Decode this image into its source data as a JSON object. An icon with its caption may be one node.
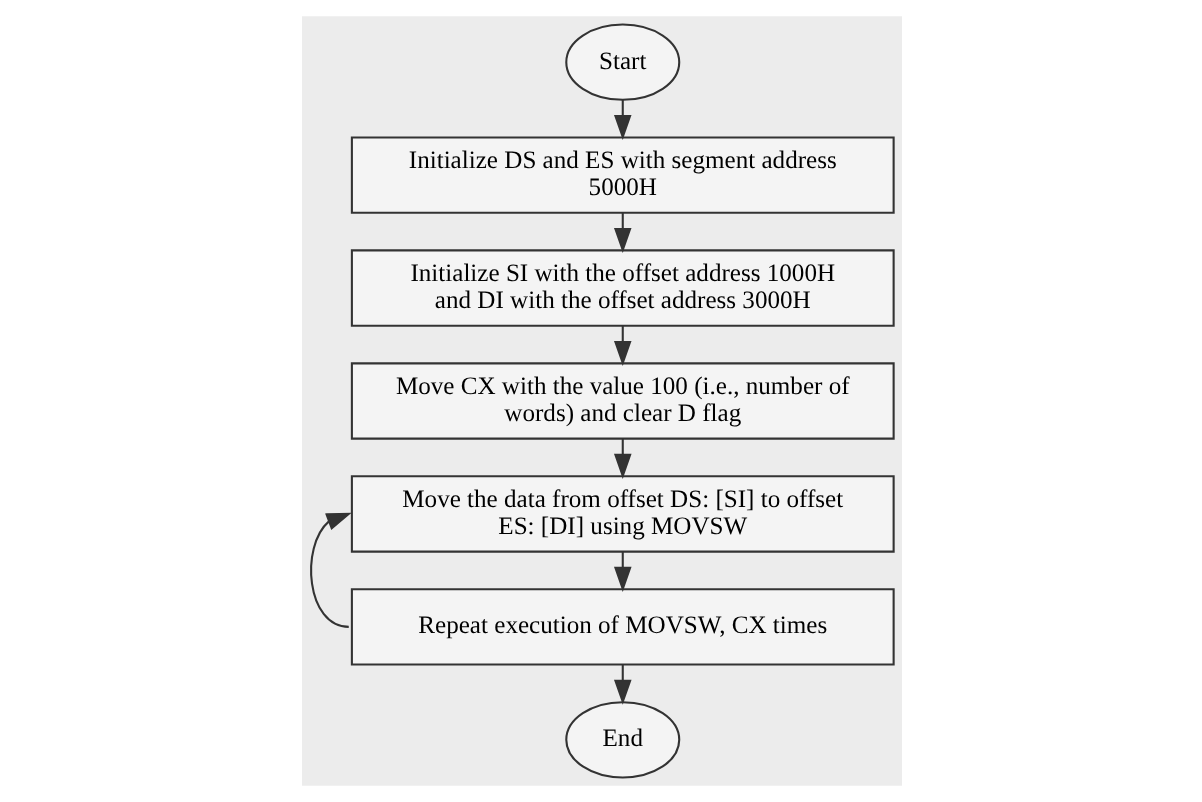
{
  "diagram": {
    "nodes": [
      {
        "text": [
          "Start"
        ]
      },
      {
        "text": [
          "Initialize DS and ES with segment address 5000H"
        ]
      },
      {
        "text": [
          "Initialize SI with the offset address 1000H and DI with the offset address 3000H"
        ]
      },
      {
        "text": [
          "Move CX with the value 100 (i.e., number of words) and clear D flag"
        ]
      },
      {
        "text": [
          "Move the data from offset DS: [SI] to offset ES: [DI] using MOVSW"
        ]
      },
      {
        "text": [
          "Repeat execution of MOVSW, CX times"
        ]
      },
      {
        "text": [
          "End"
        ]
      }
    ],
    "edges": [
      {
        "from": 0,
        "to": 1,
        "arrow": "to"
      },
      {
        "from": 1,
        "to": 2,
        "arrow": "to"
      },
      {
        "from": 2,
        "to": 3,
        "arrow": "to"
      },
      {
        "from": 3,
        "to": 4,
        "arrow": "to"
      },
      {
        "from": 4,
        "to": 5,
        "arrow": "to"
      },
      {
        "from": 5,
        "to": 6,
        "arrow": "to"
      },
      {
        "from": 5,
        "to": 4,
        "arrow": "to"
      }
    ]
  }
}
